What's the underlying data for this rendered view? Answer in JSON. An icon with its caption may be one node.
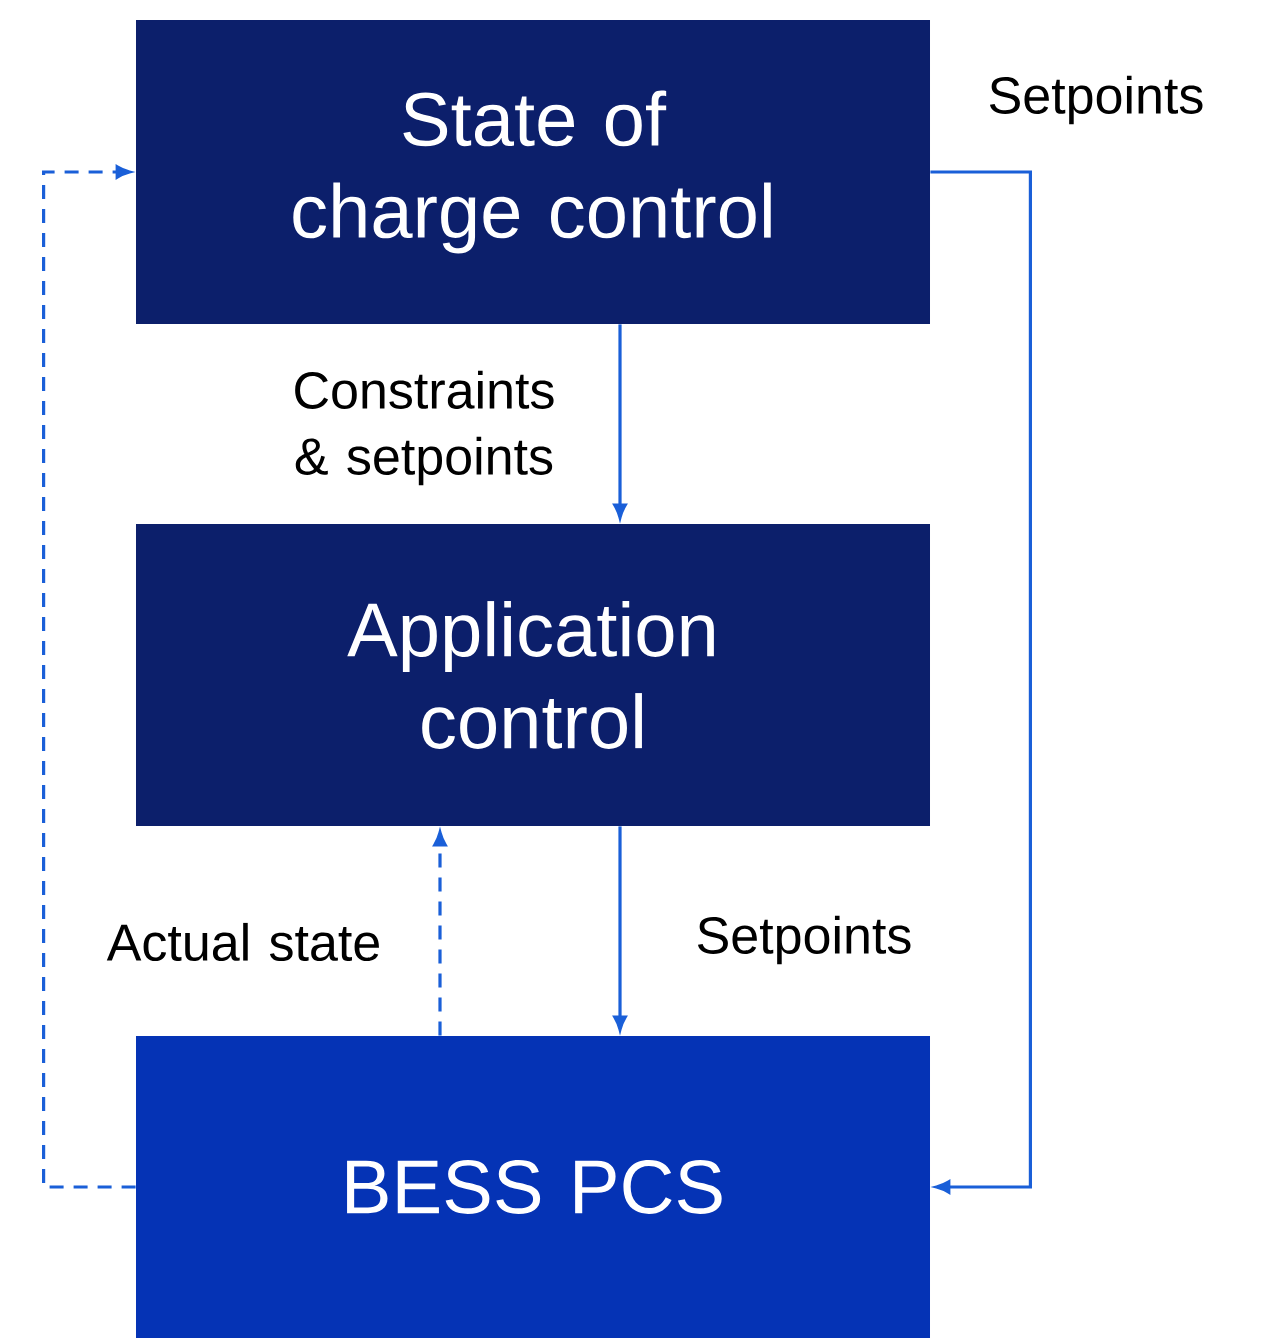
{
  "diagram": {
    "nodes": [
      {
        "text": [
          "State of charge control"
        ]
      },
      {
        "text": [
          "Application control"
        ]
      },
      {
        "text": [
          "BESS PCS"
        ]
      }
    ],
    "edges": [
      {
        "from": 0,
        "to": 1,
        "arrow": "to",
        "label": "Constraints & setpoints"
      },
      {
        "from": 1,
        "to": 2,
        "arrow": "to",
        "label": "Setpoints"
      },
      {
        "from": 2,
        "to": 1,
        "arrow": "to",
        "style": "dashed",
        "label": "Actual state"
      },
      {
        "from": 0,
        "to": 2,
        "arrow": "to",
        "label": "Setpoints"
      },
      {
        "from": 2,
        "to": 0,
        "arrow": "to",
        "style": "dashed"
      }
    ]
  }
}
